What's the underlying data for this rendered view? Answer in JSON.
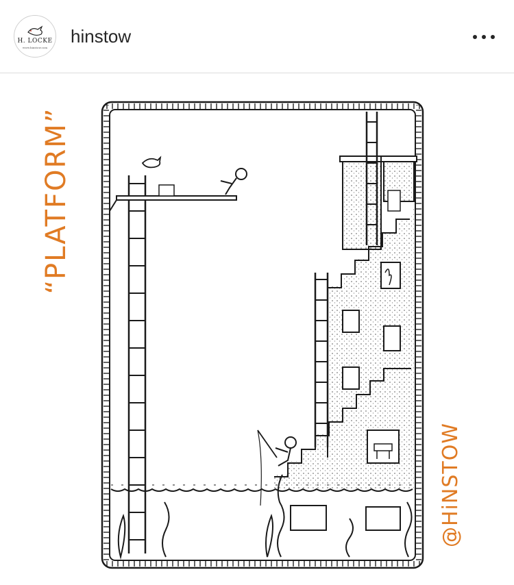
{
  "header": {
    "avatar": {
      "name_text": "H. LOCKE",
      "site_text": "www.hinstow.com"
    },
    "username": "hinstow",
    "more_icon": "more-horizontal-icon"
  },
  "post": {
    "title_text": "“PLATFORM”",
    "handle_text": "@HiNSTOW",
    "accent_color": "#e07b24"
  }
}
